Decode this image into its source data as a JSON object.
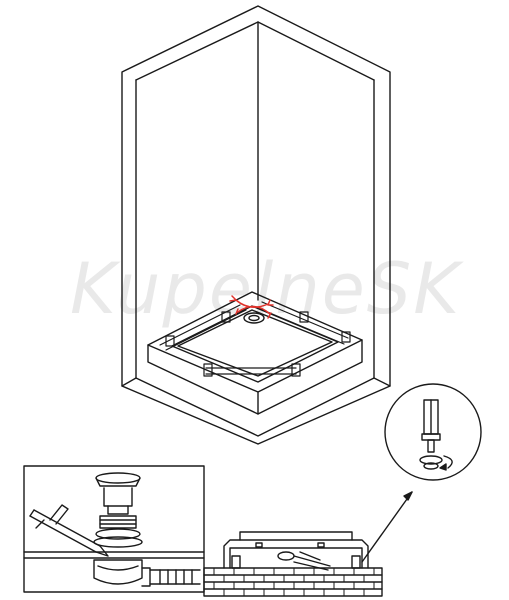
{
  "watermark": {
    "text": "KupelneSK"
  },
  "colors": {
    "line": "#1a1a1a",
    "accent": "#e0322b",
    "panel_bg": "#ffffff",
    "watermark": "#e9e9e9"
  },
  "panels": {
    "main": "shower-enclosure-tray-installation",
    "drain_detail": "drain-assembly-sealant",
    "wall_section": "tray-frame-on-brick-wall",
    "leg_detail": "adjustable-foot-rotation"
  }
}
